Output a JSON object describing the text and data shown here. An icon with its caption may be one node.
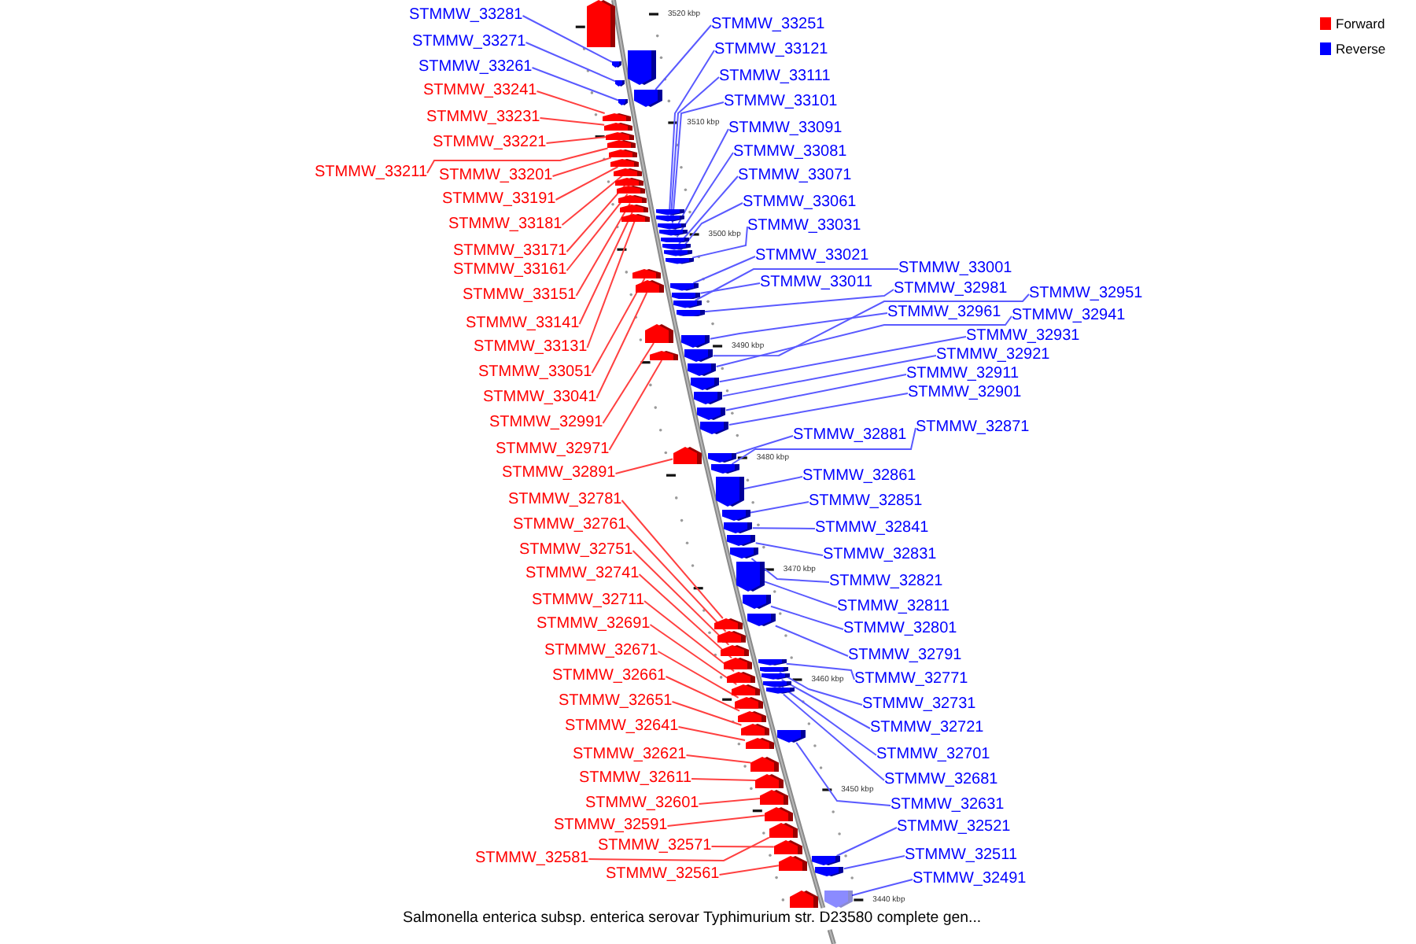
{
  "diagram": {
    "caption": "Salmonella enterica subsp. enterica serovar Typhimurium str. D23580 complete gen...",
    "nodes": [
      {
        "text": [
          "STMMW_33281"
        ]
      },
      {
        "text": [
          "STMMW_33271"
        ]
      },
      {
        "text": [
          "STMMW_33261"
        ]
      },
      {
        "text": [
          "STMMW_33241"
        ]
      },
      {
        "text": [
          "STMMW_33231"
        ]
      },
      {
        "text": [
          "STMMW_33221"
        ]
      },
      {
        "text": [
          "STMMW_33211"
        ]
      },
      {
        "text": [
          "STMMW_33201"
        ]
      },
      {
        "text": [
          "STMMW_33191"
        ]
      },
      {
        "text": [
          "STMMW_33181"
        ]
      },
      {
        "text": [
          "STMMW_33171"
        ]
      },
      {
        "text": [
          "STMMW_33161"
        ]
      },
      {
        "text": [
          "STMMW_33151"
        ]
      },
      {
        "text": [
          "STMMW_33141"
        ]
      },
      {
        "text": [
          "STMMW_33131"
        ]
      },
      {
        "text": [
          "STMMW_33051"
        ]
      },
      {
        "text": [
          "STMMW_33041"
        ]
      },
      {
        "text": [
          "STMMW_32991"
        ]
      },
      {
        "text": [
          "STMMW_32971"
        ]
      },
      {
        "text": [
          "STMMW_32891"
        ]
      },
      {
        "text": [
          "STMMW_32781"
        ]
      },
      {
        "text": [
          "STMMW_32761"
        ]
      },
      {
        "text": [
          "STMMW_32751"
        ]
      },
      {
        "text": [
          "STMMW_32741"
        ]
      },
      {
        "text": [
          "STMMW_32711"
        ]
      },
      {
        "text": [
          "STMMW_32691"
        ]
      },
      {
        "text": [
          "STMMW_32671"
        ]
      },
      {
        "text": [
          "STMMW_32661"
        ]
      },
      {
        "text": [
          "STMMW_32651"
        ]
      },
      {
        "text": [
          "STMMW_32641"
        ]
      },
      {
        "text": [
          "STMMW_32621"
        ]
      },
      {
        "text": [
          "STMMW_32611"
        ]
      },
      {
        "text": [
          "STMMW_32601"
        ]
      },
      {
        "text": [
          "STMMW_32591"
        ]
      },
      {
        "text": [
          "STMMW_32571"
        ]
      },
      {
        "text": [
          "STMMW_32581"
        ]
      },
      {
        "text": [
          "STMMW_32561"
        ]
      },
      {
        "text": [
          "STMMW_33251"
        ]
      },
      {
        "text": [
          "STMMW_33121"
        ]
      },
      {
        "text": [
          "STMMW_33111"
        ]
      },
      {
        "text": [
          "STMMW_33101"
        ]
      },
      {
        "text": [
          "STMMW_33091"
        ]
      },
      {
        "text": [
          "STMMW_33081"
        ]
      },
      {
        "text": [
          "STMMW_33071"
        ]
      },
      {
        "text": [
          "STMMW_33061"
        ]
      },
      {
        "text": [
          "STMMW_33031"
        ]
      },
      {
        "text": [
          "STMMW_33021"
        ]
      },
      {
        "text": [
          "STMMW_33001"
        ]
      },
      {
        "text": [
          "STMMW_33011"
        ]
      },
      {
        "text": [
          "STMMW_32981"
        ]
      },
      {
        "text": [
          "STMMW_32951"
        ]
      },
      {
        "text": [
          "STMMW_32961"
        ]
      },
      {
        "text": [
          "STMMW_32941"
        ]
      },
      {
        "text": [
          "STMMW_32931"
        ]
      },
      {
        "text": [
          "STMMW_32921"
        ]
      },
      {
        "text": [
          "STMMW_32911"
        ]
      },
      {
        "text": [
          "STMMW_32901"
        ]
      },
      {
        "text": [
          "STMMW_32871"
        ]
      },
      {
        "text": [
          "STMMW_32881"
        ]
      },
      {
        "text": [
          "STMMW_32861"
        ]
      },
      {
        "text": [
          "STMMW_32851"
        ]
      },
      {
        "text": [
          "STMMW_32841"
        ]
      },
      {
        "text": [
          "STMMW_32831"
        ]
      },
      {
        "text": [
          "STMMW_32821"
        ]
      },
      {
        "text": [
          "STMMW_32811"
        ]
      },
      {
        "text": [
          "STMMW_32801"
        ]
      },
      {
        "text": [
          "STMMW_32791"
        ]
      },
      {
        "text": [
          "STMMW_32771"
        ]
      },
      {
        "text": [
          "STMMW_32731"
        ]
      },
      {
        "text": [
          "STMMW_32721"
        ]
      },
      {
        "text": [
          "STMMW_32701"
        ]
      },
      {
        "text": [
          "STMMW_32681"
        ]
      },
      {
        "text": [
          "STMMW_32631"
        ]
      },
      {
        "text": [
          "STMMW_32521"
        ]
      },
      {
        "text": [
          "STMMW_32511"
        ]
      },
      {
        "text": [
          "STMMW_32491"
        ]
      },
      {
        "text": [],
        "shape": "box"
      },
      {
        "text": [],
        "shape": "box"
      },
      {
        "text": [],
        "shape": "box"
      },
      {
        "text": [],
        "shape": "box"
      },
      {
        "text": [],
        "shape": "box"
      },
      {
        "text": [],
        "shape": "box"
      },
      {
        "text": [],
        "shape": "box"
      },
      {
        "text": [],
        "shape": "box"
      },
      {
        "text": [],
        "shape": "box"
      },
      {
        "text": [],
        "shape": "box"
      },
      {
        "text": [],
        "shape": "box"
      },
      {
        "text": [],
        "shape": "box"
      },
      {
        "text": [],
        "shape": "box"
      },
      {
        "text": [],
        "shape": "box"
      },
      {
        "text": [],
        "shape": "box"
      },
      {
        "text": [],
        "shape": "box"
      },
      {
        "text": [],
        "shape": "box"
      },
      {
        "text": [],
        "shape": "box"
      },
      {
        "text": [],
        "shape": "box"
      },
      {
        "text": [],
        "shape": "box"
      },
      {
        "text": [],
        "shape": "box"
      },
      {
        "text": [],
        "shape": "box"
      },
      {
        "text": [],
        "shape": "box"
      },
      {
        "text": [],
        "shape": "box"
      },
      {
        "text": [],
        "shape": "box"
      },
      {
        "text": [],
        "shape": "box"
      },
      {
        "text": [],
        "shape": "box"
      },
      {
        "text": [],
        "shape": "box"
      },
      {
        "text": [],
        "shape": "box"
      },
      {
        "text": [],
        "shape": "box"
      },
      {
        "text": [],
        "shape": "box"
      },
      {
        "text": [],
        "shape": "box"
      },
      {
        "text": [],
        "shape": "box"
      },
      {
        "text": [],
        "shape": "box"
      },
      {
        "text": [],
        "shape": "box"
      },
      {
        "text": [],
        "shape": "box"
      },
      {
        "text": [],
        "shape": "box"
      },
      {
        "text": [],
        "shape": "box"
      },
      {
        "text": [],
        "shape": "box"
      },
      {
        "text": [],
        "shape": "box"
      },
      {
        "text": [],
        "shape": "box"
      },
      {
        "text": [],
        "shape": "box"
      },
      {
        "text": [],
        "shape": "box"
      },
      {
        "text": [],
        "shape": "box"
      },
      {
        "text": [],
        "shape": "box"
      },
      {
        "text": [],
        "shape": "box"
      },
      {
        "text": [],
        "shape": "box"
      },
      {
        "text": [],
        "shape": "box"
      },
      {
        "text": [],
        "shape": "box"
      },
      {
        "text": [],
        "shape": "box"
      },
      {
        "text": [],
        "shape": "box"
      },
      {
        "text": [],
        "shape": "box"
      },
      {
        "text": [],
        "shape": "box"
      },
      {
        "text": [],
        "shape": "box"
      },
      {
        "text": [],
        "shape": "box"
      },
      {
        "text": [],
        "shape": "box"
      },
      {
        "text": [],
        "shape": "box"
      },
      {
        "text": [],
        "shape": "box"
      },
      {
        "text": [],
        "shape": "box"
      },
      {
        "text": [],
        "shape": "box"
      },
      {
        "text": [],
        "shape": "box"
      },
      {
        "text": [],
        "shape": "box"
      },
      {
        "text": [],
        "shape": "box"
      },
      {
        "text": [],
        "shape": "box"
      },
      {
        "text": [],
        "shape": "box"
      },
      {
        "text": [],
        "shape": "box"
      },
      {
        "text": [],
        "shape": "box"
      },
      {
        "text": [],
        "shape": "box"
      },
      {
        "text": [],
        "shape": "box"
      },
      {
        "text": [],
        "shape": "box"
      },
      {
        "text": [],
        "shape": "box"
      },
      {
        "text": [],
        "shape": "box"
      },
      {
        "text": [],
        "shape": "box"
      },
      {
        "text": [],
        "shape": "box"
      },
      {
        "text": [],
        "shape": "box"
      },
      {
        "text": [],
        "shape": "box"
      },
      {
        "text": [],
        "shape": "box"
      },
      {
        "text": [],
        "shape": "box"
      },
      {
        "text": [],
        "shape": "box"
      }
    ],
    "edges": [
      {
        "from": 0,
        "to": 78,
        "arrow": "none"
      },
      {
        "from": 1,
        "to": 79,
        "arrow": "none"
      },
      {
        "from": 2,
        "to": 81,
        "arrow": "none"
      },
      {
        "from": 3,
        "to": 82,
        "arrow": "none",
        "color": "#ff4040"
      },
      {
        "from": 4,
        "to": 83,
        "arrow": "none",
        "color": "#ff4040"
      },
      {
        "from": 5,
        "to": 84,
        "arrow": "none",
        "color": "#ff4040"
      },
      {
        "from": 6,
        "to": 85,
        "arrow": "none",
        "color": "#ff4040"
      },
      {
        "from": 7,
        "to": 86,
        "arrow": "none",
        "color": "#ff4040"
      },
      {
        "from": 8,
        "to": 87,
        "arrow": "none",
        "color": "#ff4040"
      },
      {
        "from": 9,
        "to": 88,
        "arrow": "none",
        "color": "#ff4040"
      },
      {
        "from": 10,
        "to": 89,
        "arrow": "none",
        "color": "#ff4040"
      },
      {
        "from": 11,
        "to": 90,
        "arrow": "none",
        "color": "#ff4040"
      },
      {
        "from": 12,
        "to": 91,
        "arrow": "none",
        "color": "#ff4040"
      },
      {
        "from": 13,
        "to": 92,
        "arrow": "none",
        "color": "#ff4040"
      },
      {
        "from": 14,
        "to": 94,
        "arrow": "none",
        "color": "#ff4040"
      },
      {
        "from": 15,
        "to": 102,
        "arrow": "none",
        "color": "#ff4040"
      },
      {
        "from": 16,
        "to": 103,
        "arrow": "none",
        "color": "#ff4040"
      },
      {
        "from": 17,
        "to": 108,
        "arrow": "none",
        "color": "#ff4040"
      },
      {
        "from": 18,
        "to": 111,
        "arrow": "none",
        "color": "#ff4040"
      },
      {
        "from": 19,
        "to": 117,
        "arrow": "none",
        "color": "#ff4040"
      },
      {
        "from": 20,
        "to": 128,
        "arrow": "none",
        "color": "#ff4040"
      },
      {
        "from": 21,
        "to": 129,
        "arrow": "none",
        "color": "#ff4040"
      },
      {
        "from": 22,
        "to": 130,
        "arrow": "none",
        "color": "#ff4040"
      },
      {
        "from": 23,
        "to": 131,
        "arrow": "none",
        "color": "#ff4040"
      },
      {
        "from": 24,
        "to": 134,
        "arrow": "none",
        "color": "#ff4040"
      },
      {
        "from": 25,
        "to": 137,
        "arrow": "none",
        "color": "#ff4040"
      },
      {
        "from": 26,
        "to": 139,
        "arrow": "none",
        "color": "#ff4040"
      },
      {
        "from": 27,
        "to": 140,
        "arrow": "none",
        "color": "#ff4040"
      },
      {
        "from": 28,
        "to": 141,
        "arrow": "none",
        "color": "#ff4040"
      },
      {
        "from": 29,
        "to": 143,
        "arrow": "none",
        "color": "#ff4040"
      },
      {
        "from": 30,
        "to": 144,
        "arrow": "none",
        "color": "#ff4040"
      },
      {
        "from": 31,
        "to": 145,
        "arrow": "none",
        "color": "#ff4040"
      },
      {
        "from": 32,
        "to": 146,
        "arrow": "none",
        "color": "#ff4040"
      },
      {
        "from": 33,
        "to": 147,
        "arrow": "none",
        "color": "#ff4040"
      },
      {
        "from": 34,
        "to": 149,
        "arrow": "none",
        "color": "#ff4040"
      },
      {
        "from": 35,
        "to": 148,
        "arrow": "none",
        "color": "#ff4040"
      },
      {
        "from": 36,
        "to": 150,
        "arrow": "none",
        "color": "#ff4040"
      },
      {
        "from": 37,
        "to": 80,
        "arrow": "none"
      },
      {
        "from": 38,
        "to": 93,
        "arrow": "none"
      },
      {
        "from": 39,
        "to": 95,
        "arrow": "none"
      },
      {
        "from": 40,
        "to": 96,
        "arrow": "none"
      },
      {
        "from": 41,
        "to": 97,
        "arrow": "none"
      },
      {
        "from": 42,
        "to": 98,
        "arrow": "none"
      },
      {
        "from": 43,
        "to": 99,
        "arrow": "none"
      },
      {
        "from": 44,
        "to": 100,
        "arrow": "none"
      },
      {
        "from": 45,
        "to": 101,
        "arrow": "none"
      },
      {
        "from": 46,
        "to": 104,
        "arrow": "none"
      },
      {
        "from": 47,
        "to": 106,
        "arrow": "none"
      },
      {
        "from": 48,
        "to": 105,
        "arrow": "none"
      },
      {
        "from": 49,
        "to": 107,
        "arrow": "none"
      },
      {
        "from": 50,
        "to": 110,
        "arrow": "none"
      },
      {
        "from": 51,
        "to": 109,
        "arrow": "none"
      },
      {
        "from": 52,
        "to": 112,
        "arrow": "none"
      },
      {
        "from": 53,
        "to": 113,
        "arrow": "none"
      },
      {
        "from": 54,
        "to": 114,
        "arrow": "none"
      },
      {
        "from": 55,
        "to": 115,
        "arrow": "none"
      },
      {
        "from": 56,
        "to": 116,
        "arrow": "none"
      },
      {
        "from": 57,
        "to": 119,
        "arrow": "none"
      },
      {
        "from": 58,
        "to": 118,
        "arrow": "none"
      },
      {
        "from": 59,
        "to": 120,
        "arrow": "none"
      },
      {
        "from": 60,
        "to": 121,
        "arrow": "none"
      },
      {
        "from": 61,
        "to": 122,
        "arrow": "none"
      },
      {
        "from": 62,
        "to": 123,
        "arrow": "none"
      },
      {
        "from": 63,
        "to": 124,
        "arrow": "none"
      },
      {
        "from": 64,
        "to": 125,
        "arrow": "none"
      },
      {
        "from": 65,
        "to": 126,
        "arrow": "none"
      },
      {
        "from": 66,
        "to": 127,
        "arrow": "none"
      },
      {
        "from": 67,
        "to": 132,
        "arrow": "none"
      },
      {
        "from": 68,
        "to": 133,
        "arrow": "none"
      },
      {
        "from": 69,
        "to": 135,
        "arrow": "none"
      },
      {
        "from": 70,
        "to": 136,
        "arrow": "none"
      },
      {
        "from": 71,
        "to": 138,
        "arrow": "none"
      },
      {
        "from": 72,
        "to": 142,
        "arrow": "none"
      },
      {
        "from": 73,
        "to": 151,
        "arrow": "none"
      },
      {
        "from": 74,
        "to": 152,
        "arrow": "none"
      },
      {
        "from": 75,
        "to": 154,
        "arrow": "none"
      }
    ],
    "labels": [
      "3520 kbp",
      "3510 kbp",
      "3500 kbp",
      "3490 kbp",
      "3480 kbp",
      "3470 kbp",
      "3460 kbp",
      "3450 kbp",
      "3440 kbp"
    ],
    "legend": [
      {
        "text": "Forward",
        "color": "#ff0000"
      },
      {
        "text": "Reverse",
        "color": "#0000ff"
      }
    ]
  }
}
